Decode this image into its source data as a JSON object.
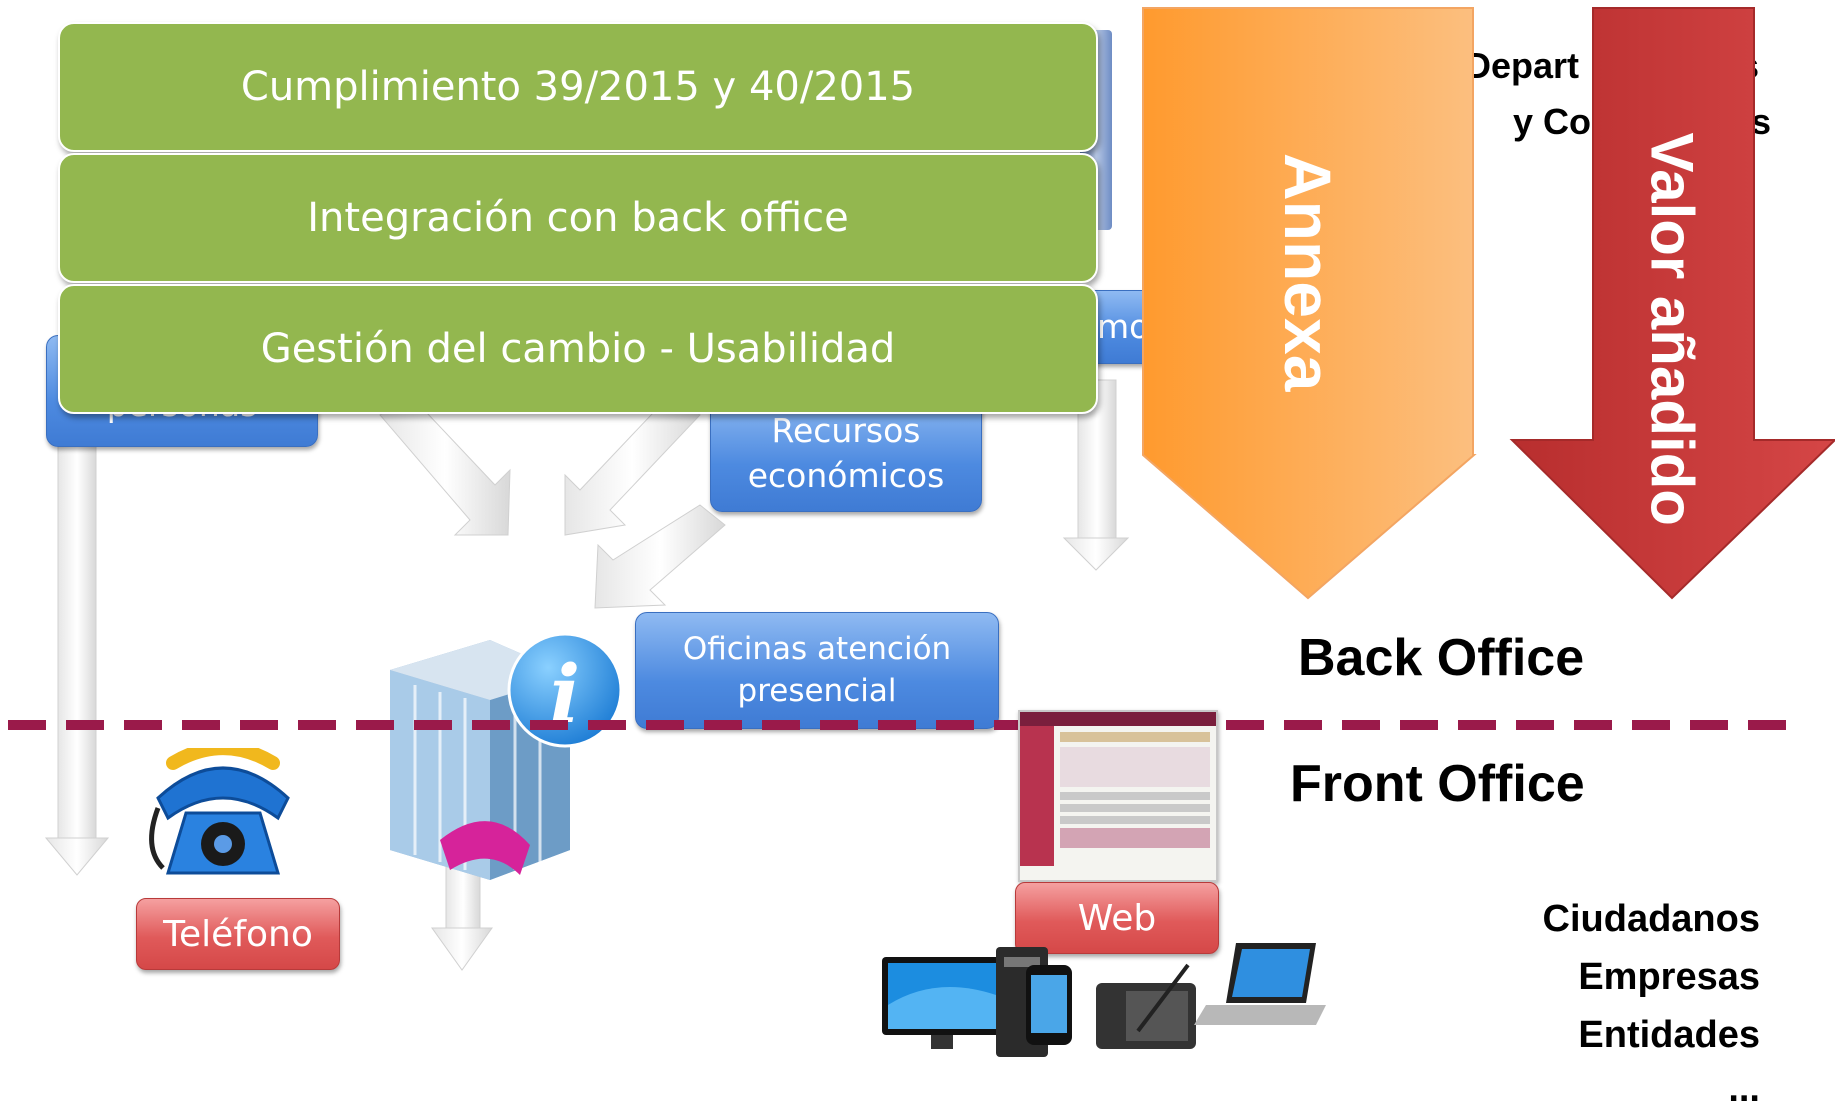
{
  "green_bars": [
    "Cumplimiento 39/2015 y 40/2015",
    "Integración con back office",
    "Gestión del cambio - Usabilidad"
  ],
  "blue_boxes": {
    "personas": "personas",
    "medios_partial": "mo",
    "recursos_line1": "Recursos",
    "recursos_line2": "económicos",
    "oficinas_line1": "Oficinas atención",
    "oficinas_line2": "presencial"
  },
  "channels": {
    "telefono": "Teléfono",
    "web": "Web"
  },
  "departments": {
    "line1_start": "Depart",
    "line1_end": "s",
    "line2_start": "y Co",
    "line2_end": "s"
  },
  "big_arrows": {
    "annexa": "Annexa",
    "valor": "Valor añadido"
  },
  "zones": {
    "back": "Back Office",
    "front": "Front Office"
  },
  "audience": [
    "Ciudadanos",
    "Empresas",
    "Entidades",
    "..."
  ],
  "colors": {
    "green": "#93b74f",
    "orange_start": "#ff9a2e",
    "orange_end": "#fcbf7f",
    "red_arrow": "#c43838",
    "divider": "#9a1a4a",
    "blue_box": "#4d8ae0",
    "red_box": "#e05a5a"
  }
}
